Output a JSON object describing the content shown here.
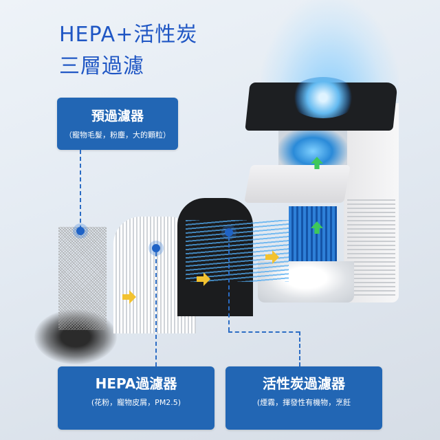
{
  "headline": {
    "line1": "HEPA+活性炭",
    "line2": "三層過濾"
  },
  "labels": {
    "prefilter": {
      "title": "預過濾器",
      "subtitle": "（寵物毛髮，粉塵，大的顆粒）"
    },
    "hepa": {
      "title": "HEPA過濾器",
      "subtitle": "(花粉，寵物皮屑，PM2.5)"
    },
    "carbon": {
      "title": "活性炭過濾器",
      "subtitle": "(煙霧，揮發性有機物，烹飪"
    }
  },
  "colors": {
    "title_blue": "#1f56c4",
    "box_blue": "#2266b4",
    "arrow_yellow": "#f2c230",
    "arrow_green": "#3ec85a"
  }
}
